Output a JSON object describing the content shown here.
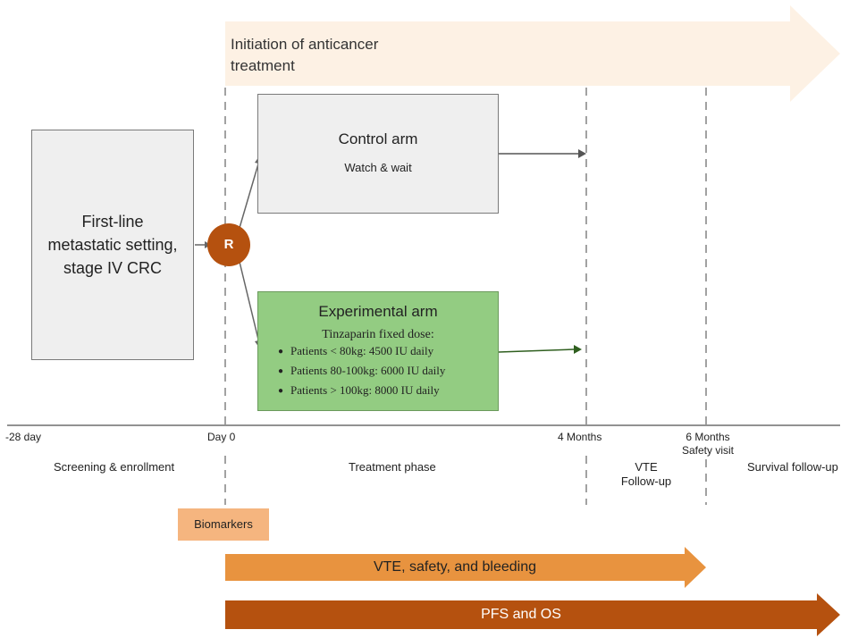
{
  "top_banner": {
    "text_line1": "Initiation of anticancer",
    "text_line2": "treatment",
    "color": "#fdf1e4"
  },
  "enrollment_box": {
    "line1": "First-line",
    "line2": "metastatic setting,",
    "line3": "stage IV CRC"
  },
  "randomization": {
    "label": "R",
    "color": "#b5510f"
  },
  "control_arm": {
    "title": "Control arm",
    "subtitle": "Watch & wait"
  },
  "experimental_arm": {
    "title": "Experimental arm",
    "subtitle": "Tinzaparin fixed dose:",
    "doses": [
      "Patients < 80kg: 4500 IU daily",
      "Patients 80-100kg: 6000 IU daily",
      "Patients > 100kg: 8000 IU daily"
    ],
    "color": "#93cc82"
  },
  "timeline": {
    "ticks": [
      "-28 day",
      "Day 0",
      "4 Months",
      "6 Months"
    ],
    "tick_note": "Safety visit",
    "phases": [
      "Screening & enrollment",
      "Treatment phase",
      "VTE",
      "Follow-up",
      "Survival follow-up"
    ]
  },
  "biomarkers": {
    "label": "Biomarkers",
    "color": "#f5b57f"
  },
  "endpoint_arrows": [
    {
      "label": "VTE, safety, and bleeding",
      "color": "#e8933f"
    },
    {
      "label": "PFS and OS",
      "color": "#b5510f"
    }
  ]
}
